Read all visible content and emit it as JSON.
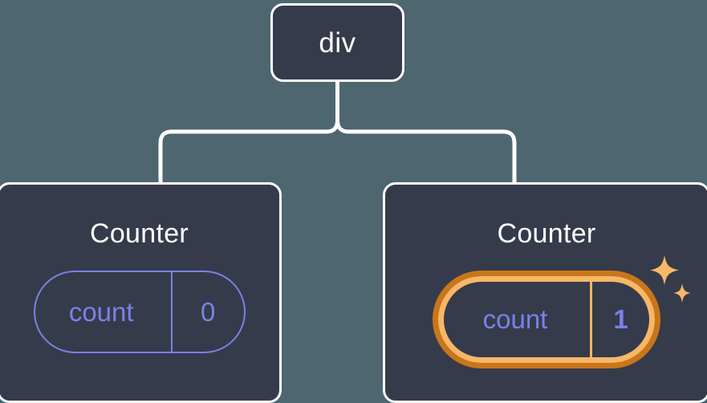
{
  "theme": {
    "background": "#4d6670",
    "node_fill": "#353b4a",
    "node_border": "#ffffff",
    "connector": "#ffffff",
    "accent_purple": "#7b80e8",
    "highlight_orange_outer": "#c9761b",
    "highlight_orange_inner": "#f8b767",
    "text_primary": "#ffffff"
  },
  "diagram": {
    "type": "component-tree",
    "root": {
      "label": "div",
      "name": "div-node"
    },
    "children": [
      {
        "name": "counter-left",
        "title": "Counter",
        "highlighted": false,
        "state": {
          "key": "count",
          "value": "0"
        }
      },
      {
        "name": "counter-right",
        "title": "Counter",
        "highlighted": true,
        "state": {
          "key": "count",
          "value": "1"
        },
        "decorations": [
          "sparkle-large-icon",
          "sparkle-small-icon"
        ]
      }
    ],
    "edges": [
      {
        "from": "div-node",
        "to": "counter-left"
      },
      {
        "from": "div-node",
        "to": "counter-right"
      }
    ]
  }
}
